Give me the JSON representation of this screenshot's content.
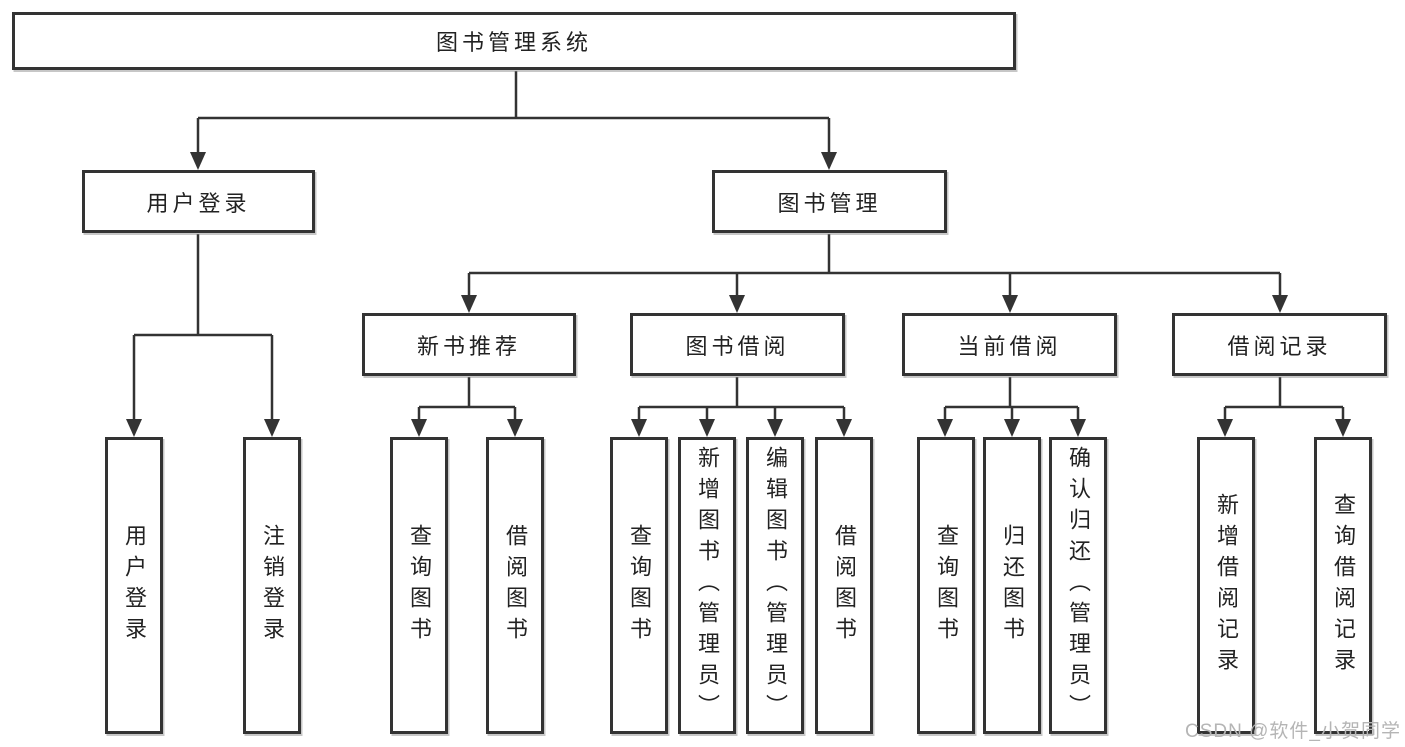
{
  "title": "图书管理系统",
  "level2": {
    "user_login": "用户登录",
    "book_mgmt": "图书管理"
  },
  "level3": {
    "new_books": "新书推荐",
    "borrowing": "图书借阅",
    "current": "当前借阅",
    "records": "借阅记录"
  },
  "leaves": {
    "user_login": [
      "用户登录",
      "注销登录"
    ],
    "new_books": [
      "查询图书",
      "借阅图书"
    ],
    "borrowing": [
      "查询图书",
      "新增图书（管理员）",
      "编辑图书（管理员）",
      "借阅图书"
    ],
    "current": [
      "查询图书",
      "归还图书",
      "确认归还（管理员）"
    ],
    "records": [
      "新增借阅记录",
      "查询借阅记录"
    ]
  },
  "watermark": "CSDN @软件_小贺同学",
  "colors": {
    "line": "#333333",
    "box_border": "#333333",
    "box_fill": "#ffffff",
    "text": "#222222",
    "watermark": "#b5b5b5",
    "background": "#ffffff"
  }
}
